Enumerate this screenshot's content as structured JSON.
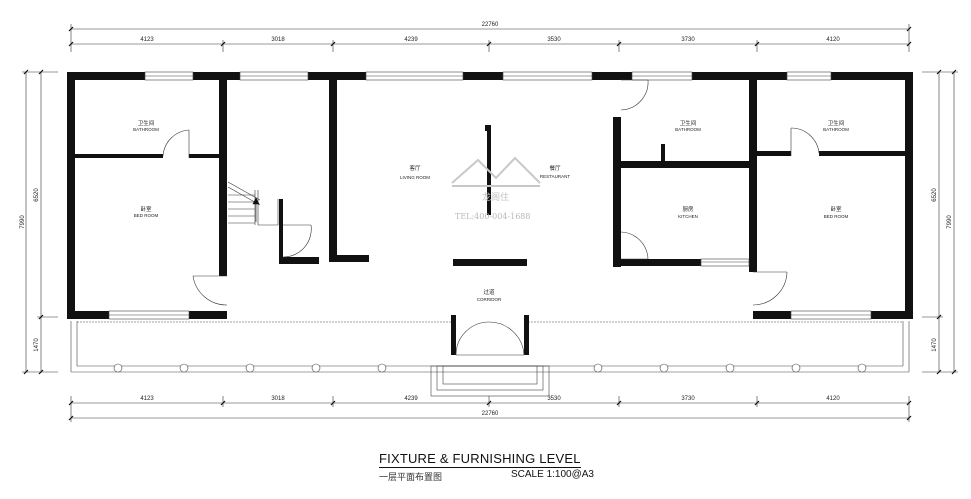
{
  "dimensions": {
    "overall_width": "22760",
    "top_segments": [
      "4123",
      "3018",
      "4239",
      "3530",
      "3730",
      "4120"
    ],
    "bottom_segments": [
      "4123",
      "3018",
      "4239",
      "3530",
      "3730",
      "4120"
    ],
    "left_overall": "7990",
    "left_upper": "6520",
    "left_lower": "1470",
    "right_overall": "7990",
    "right_upper": "6520",
    "right_lower": "1470"
  },
  "rooms": {
    "bathroom_left": {
      "cn": "卫生间",
      "en": "BATHROOM"
    },
    "bedroom_left": {
      "cn": "卧室",
      "en": "BED ROOM"
    },
    "living_room": {
      "cn": "客厅",
      "en": "LIVING ROOM"
    },
    "restaurant": {
      "cn": "餐厅",
      "en": "RESTAURANT"
    },
    "bathroom_mid": {
      "cn": "卫生间",
      "en": "BATHROOM"
    },
    "kitchen": {
      "cn": "厨房",
      "en": "KITCHEN"
    },
    "bathroom_right": {
      "cn": "卫生间",
      "en": "BATHROOM"
    },
    "bedroom_right": {
      "cn": "卧室",
      "en": "BED ROOM"
    },
    "corridor": {
      "cn": "过道",
      "en": "CORRIDOR"
    }
  },
  "watermark": {
    "brand": "龙阁住",
    "phone": "TEL:400-004-1688"
  },
  "title": {
    "main": "FIXTURE & FURNISHING LEVEL",
    "sub": "一层平面布置图",
    "scale": "SCALE  1:100@A3"
  }
}
